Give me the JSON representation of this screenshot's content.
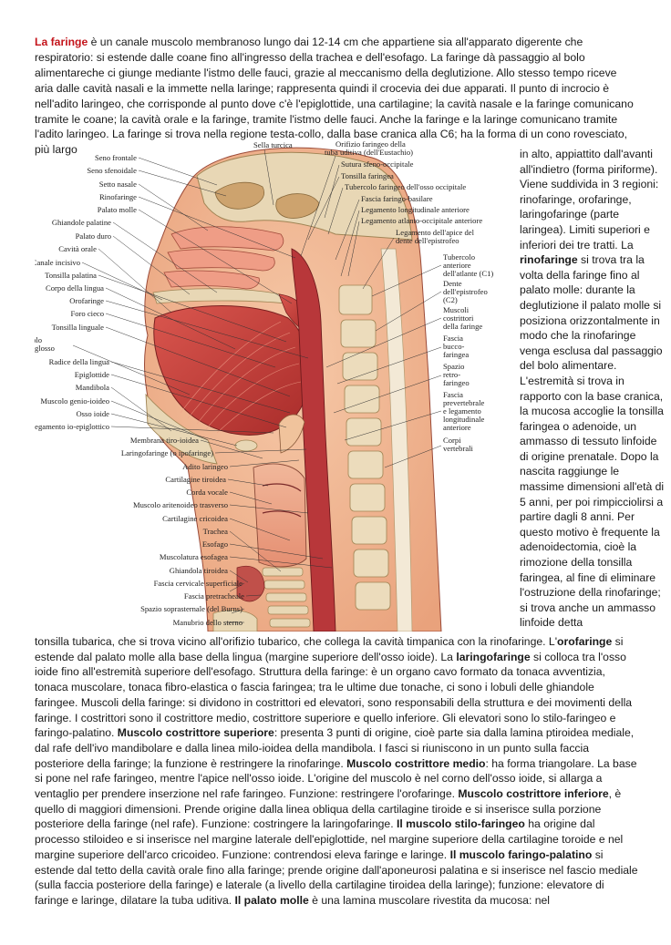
{
  "text": {
    "intro_title": "La faringe",
    "intro": " è un canale muscolo membranoso lungo dai 12-14 cm che appartiene sia all'apparato digerente che respiratorio: si estende dalle coane fino all'ingresso della trachea e dell'esofago. La faringe dà passaggio al bolo alimentareche ci giunge mediante l'istmo delle fauci, grazie al meccanismo della deglutizione. Allo stesso tempo riceve aria dalle cavità nasali e la immette nella laringe; rappresenta quindi il crocevia dei due apparati. Il punto di incrocio è nell'adito laringeo, che corrisponde al punto dove c'è l'epiglottide, una cartilagine; la cavità nasale e la faringe comunicano tramite le coane; la cavità orale e la faringe, tramite l'istmo delle fauci. Anche la faringe e la laringe comunicano tramite l'adito laringeo. La faringe si trova nella regione testa-collo, dalla base cranica alla C6; ha la forma di un cono rovesciato, più largo",
    "side_1": "in alto, appiattito dall'avanti all'indietro (forma piriforme). Viene suddivida in 3 regioni: rinofaringe, orofaringe, laringofaringe (parte laringea). Limiti superiori e inferiori dei tre tratti. La ",
    "side_b1": "rinofaringe",
    "side_2": " si trova tra la volta della faringe fino al palato molle: durante la deglutizione il palato molle si posiziona orizzontalmente in modo che la rinofaringe venga esclusa dal passaggio del bolo alimentare. L'estremità si trova in rapporto con la base cranica, la mucosa accoglie la tonsilla faringea o adenoide, un ammasso di tessuto linfoide di origine prenatale. Dopo la nascita raggiunge le massime dimensioni all'età di 5 anni, per poi rimpicciolirsi a partire dagli 8 anni. Per questo motivo è frequente la adenoidectomia, cioè la rimozione della tonsilla faringea, al fine di eliminare l'ostruzione della rinofaringe; si trova anche un ammasso linfoide detta",
    "b_1": "tonsilla tubarica, che si trova vicino all'orifizio tubarico, che collega la cavità timpanica con la rinofaringe. L'",
    "b_b1": "orofaringe",
    "b_2": " si estende dal palato molle alla base della lingua (margine superiore dell'osso ioide). La ",
    "b_b2": "laringofaringe",
    "b_3": " si colloca tra l'osso ioide fino all'estremità superiore dell'esofago. Struttura della faringe: è un organo cavo formato da tonaca avventizia, tonaca muscolare, tonaca fibro-elastica o fascia faringea; tra le ultime due tonache, ci sono i lobuli delle ghiandole faringee. Muscoli della faringe: si dividono in costrittori ed elevatori, sono responsabili della struttura e dei movimenti della faringe. I costrittori sono il costrittore medio, costrittore superiore e quello inferiore. Gli elevatori sono lo stilo-faringeo e faringo-palatino. ",
    "b_b3": "Muscolo costrittore superiore",
    "b_4": ": presenta 3 punti di origine, cioè parte sia dalla lamina ptiroidea mediale, dal rafe dell'ivo mandibolare e dalla linea milo-ioidea della mandibola. I fasci si riuniscono in un punto sulla faccia posteriore della faringe; la funzione è restringere la rinofaringe. ",
    "b_b4": "Muscolo costrittore medio",
    "b_5": ": ha forma triangolare. La base si pone nel rafe faringeo, mentre l'apice nell'osso ioide. L'origine del muscolo è nel corno dell'osso ioide, si allarga a ventaglio per prendere inserzione nel rafe faringeo. Funzione: restringere l'orofaringe. ",
    "b_b5": "Muscolo costrittore inferiore",
    "b_6": ", è quello di maggiori dimensioni. Prende origine dalla linea obliqua della cartilagine tiroide e si inserisce sulla porzione posteriore della faringe (nel rafe). Funzione: costringere la laringofaringe. ",
    "b_b6": "Il muscolo stilo-faringeo",
    "b_7": " ha origine dal processo stiloideo e si inserisce nel margine laterale dell'epiglottide, nel margine superiore della cartilagine toroide e nel margine superiore dell'arco cricoideo. Funzione: contrendosi eleva faringe e laringe. ",
    "b_b7": "Il muscolo faringo-palatino",
    "b_8": " si estende dal tetto della cavità orale fino alla faringe; prende origine dall'aponeurosi palatina e si inserisce nel fascio mediale (sulla faccia posteriore della faringe) e laterale (a livello della cartilagine tiroidea della laringe); funzione: elevatore di faringe e laringe, dilatare la tuba uditiva. ",
    "b_b8": "Il palato molle",
    "b_9": " è una lamina muscolare rivestita da mucosa: nel"
  },
  "figure": {
    "left_labels": [
      "Seno frontale",
      "Seno sfenoidale",
      "Setto nasale",
      "Rinofaringe",
      "Palato molle",
      "Ghiandole palatine",
      "Palato duro",
      "Cavità orale",
      "Canale incisivo",
      "Tonsilla palatina",
      "Corpo della lingua",
      "Orofaringe",
      "Foro cieco",
      "Tonsilla linguale",
      "Muscolo",
      "genio-glosso",
      "Radice della lingua",
      "Epiglottide",
      "Mandibola",
      "Muscolo genio-ioideo",
      "Osso ioide",
      "Legamento io-epiglottico",
      "Membrana tiro-ioidea",
      "Laringofaringe (o ipofaringe)",
      "Adito laringeo",
      "Cartilagine tiroidea",
      "Corda vocale",
      "Muscolo aritenoideo trasverso",
      "Cartilagine cricoidea",
      "Trachea",
      "Esofago",
      "Muscolatura esofagea",
      "Ghiandola tiroidea",
      "Fascia cervicale superficiale",
      "Fascia pretracheale",
      "Spazio soprasternale (del Burns)",
      "Manubrio dello sterno"
    ],
    "top_labels": [
      "Sella turcica",
      "Orifizio faringeo della",
      "tuba uditiva (dell'Eustachio)",
      "Sutura sfeno-occipitale",
      "Tonsilla faringea",
      "Tubercolo faringeo dell'osso occipitale",
      "Fascia faringo-basilare",
      "Legamento longitudinale anteriore",
      "Legamento atlanto-occipitale anteriore",
      "Legamento dell'apice del",
      "dente dell'epistrofeo"
    ],
    "right_labels": [
      "Tubercolo",
      "anteriore",
      "dell'atlante (C1)",
      "Dente",
      "dell'epistrofeo",
      "(C2)",
      "Muscoli",
      "costrittori",
      "della faringe",
      "Fascia",
      "bucco-",
      "faringea",
      "Spazio",
      "retro-",
      "faringeo",
      "Fascia",
      "prevertebrale",
      "e legamento",
      "longitudinale",
      "anteriore",
      "Corpi",
      "vertebrali"
    ]
  }
}
